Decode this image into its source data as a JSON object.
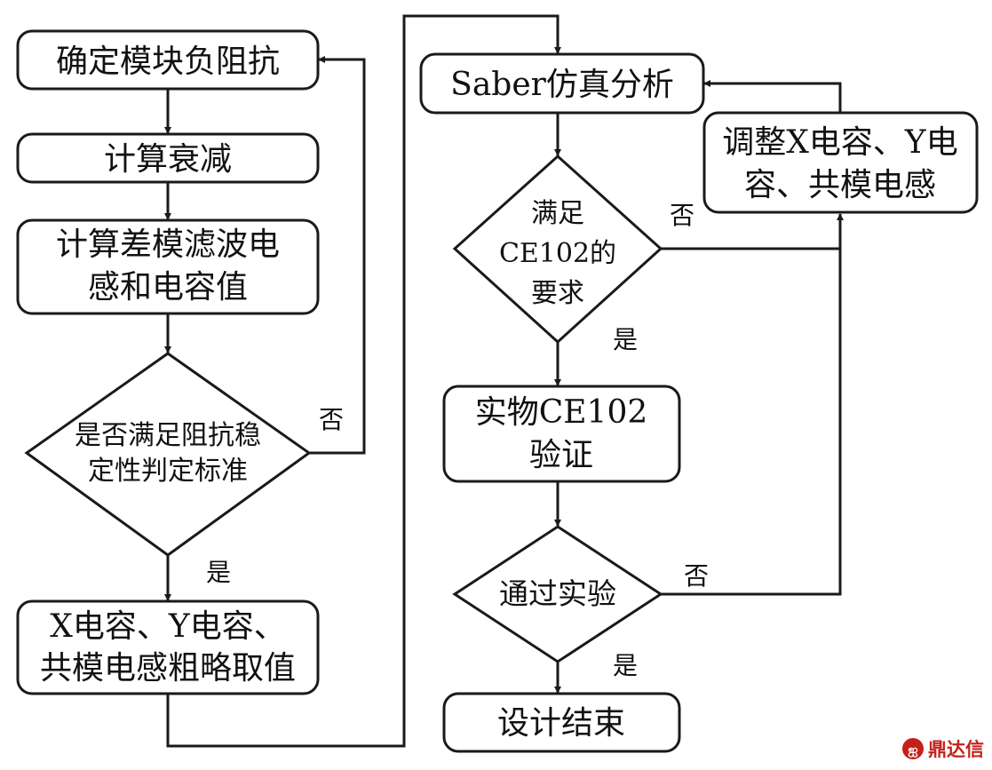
{
  "nodes": {
    "determine_impedance": "确定模块负阻抗",
    "calc_attenuation": "计算衰减",
    "calc_dm_line1": "计算差模滤波电",
    "calc_dm_line2": "感和电容值",
    "stability_line1": "是否满足阻抗稳",
    "stability_line2": "定性判定标准",
    "rough_line1": "X电容、Y电容、",
    "rough_line2": "共模电感粗略取值",
    "saber": "Saber仿真分析",
    "adjust_line1": "调整X电容、Y电",
    "adjust_line2": "容、共模电感",
    "ce102_line1": "满足",
    "ce102_line2": "CE102的",
    "ce102_line3": "要求",
    "verify_line1": "实物CE102",
    "verify_line2": "验证",
    "pass_test": "通过实验",
    "end": "设计结束"
  },
  "edges": {
    "stability_no": "否",
    "stability_yes": "是",
    "ce102_no": "否",
    "ce102_yes": "是",
    "pass_no": "否",
    "pass_yes": "是"
  },
  "watermark": "鼎达信"
}
